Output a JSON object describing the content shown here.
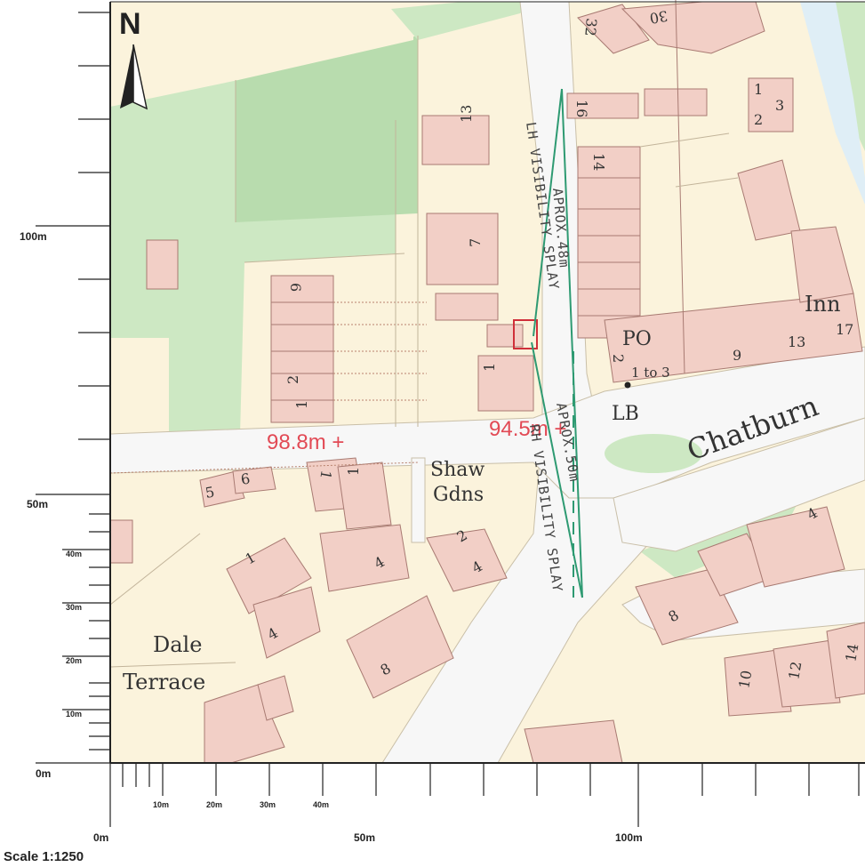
{
  "map": {
    "north_label": "N",
    "scale_label": "Scale 1:1250",
    "places": {
      "chatburn": "Chatburn",
      "inn": "Inn",
      "po": "PO",
      "lb": "LB",
      "shaw": "Shaw",
      "gdns": "Gdns",
      "dale": "Dale",
      "terrace": "Terrace",
      "one_to_three": "1 to 3"
    },
    "spot_heights": {
      "left": "98.8m +",
      "right": "94.5m +"
    },
    "annotations": {
      "lh_visibility": "LH VISIBILITY SPLAY",
      "approx_48": "APROX.48m",
      "rh_visibility": "RH VISIBILITY SPLAY",
      "approx_50": "APROX.50m"
    },
    "house_numbers": {
      "n32": "32",
      "n30": "30",
      "n16": "16",
      "n1a": "1",
      "n2a": "2",
      "n3a": "3",
      "n13": "13",
      "n14": "14",
      "n7": "7",
      "n6": "6",
      "n2b": "2",
      "n1b": "1",
      "n1c": "1",
      "n2c": "2",
      "n9": "9",
      "n13b": "13",
      "n17": "17",
      "n5": "5",
      "n6b": "6",
      "n1d": "1",
      "n1e": "1",
      "n2d": "2",
      "n4a": "4",
      "n4b": "4",
      "n1f": "1",
      "n4c": "4",
      "n8a": "8",
      "n4d": "4",
      "n8b": "8",
      "n10": "10",
      "n12": "12",
      "n14b": "14"
    },
    "left_axis": {
      "major": [
        "100m",
        "50m",
        "0m"
      ],
      "minor": [
        "40m",
        "30m",
        "20m",
        "10m"
      ]
    },
    "bottom_axis": {
      "major": [
        "0m",
        "50m",
        "100m"
      ],
      "minor": [
        "10m",
        "20m",
        "30m",
        "40m"
      ]
    },
    "colors": {
      "building": "#f2cfc6",
      "building_stroke": "#a87a72",
      "land": "#fbf3dc",
      "green": "#cde8c3",
      "dark_green": "#b8dcae",
      "road": "#f7f7f7",
      "spot_height": "#e24a55",
      "splay_line": "#2e9a72",
      "water": "#dfeef6"
    }
  }
}
